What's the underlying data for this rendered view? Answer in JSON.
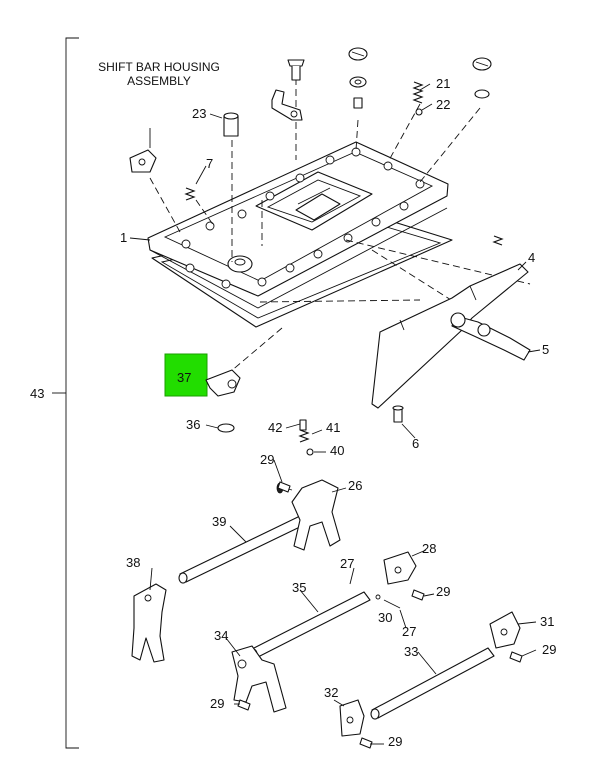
{
  "title": {
    "line1": "SHIFT BAR HOUSING",
    "line2": "ASSEMBLY"
  },
  "highlight_color": "#22dd00",
  "callouts": {
    "c1": "1",
    "c4": "4",
    "c5": "5",
    "c6": "6",
    "c7": "7",
    "c21": "21",
    "c22": "22",
    "c23": "23",
    "c26": "26",
    "c27a": "27",
    "c27b": "27",
    "c28": "28",
    "c29a": "29",
    "c29b": "29",
    "c29c": "29",
    "c29d": "29",
    "c29e": "29",
    "c30": "30",
    "c31": "31",
    "c32": "32",
    "c33": "33",
    "c34": "34",
    "c35": "35",
    "c36": "36",
    "c37": "37",
    "c38": "38",
    "c39": "39",
    "c40": "40",
    "c41": "41",
    "c42": "42",
    "c43": "43"
  }
}
